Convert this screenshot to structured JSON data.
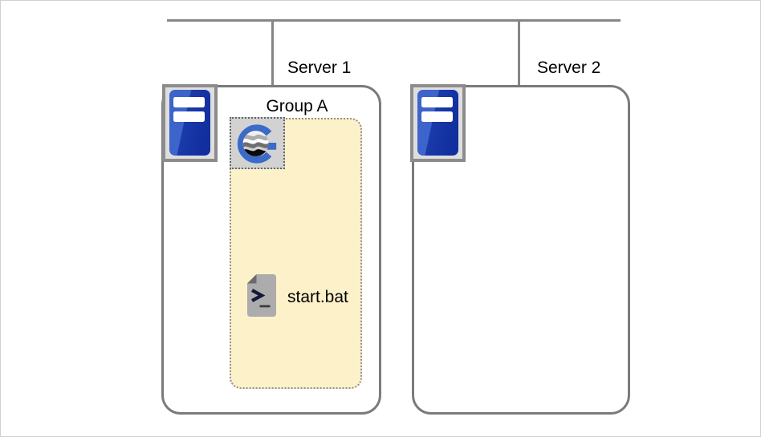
{
  "diagram": {
    "type": "network-deployment",
    "network": {
      "bus_color": "#868686",
      "connector_count": 2
    },
    "servers": [
      {
        "label": "Server 1",
        "host_icon": "server-tower-icon",
        "group": {
          "label": "Group A",
          "fill": "#fdf1ca",
          "border_color": "#8f8f8f",
          "gateway_icon": "geneos-gateway-icon",
          "gateway_selected": true,
          "items": [
            {
              "icon": "batch-script-icon",
              "label": "start.bat"
            }
          ]
        }
      },
      {
        "label": "Server 2",
        "host_icon": "server-tower-icon",
        "group": null
      }
    ],
    "colors": {
      "canvas_bg": "#ffffff",
      "canvas_border": "#d0d0d0",
      "line_gray": "#868686",
      "server_box_border": "#7b7b7b",
      "server_box_fill": "#ffffff",
      "group_fill": "#fdf1ca",
      "group_border": "#8f8f8f",
      "icon_frame_fill": "#dedede",
      "icon_frame_border": "#8c8c8c",
      "tower_blue_light": "#3c64cb",
      "tower_blue_dark": "#112f9f",
      "gateway_blue": "#3b6bc7",
      "selection_bg": "#d2d2d2",
      "selection_border": "#646464",
      "document_gray": "#acacac",
      "document_fold": "#6b6b6b",
      "text": "#000000"
    }
  }
}
